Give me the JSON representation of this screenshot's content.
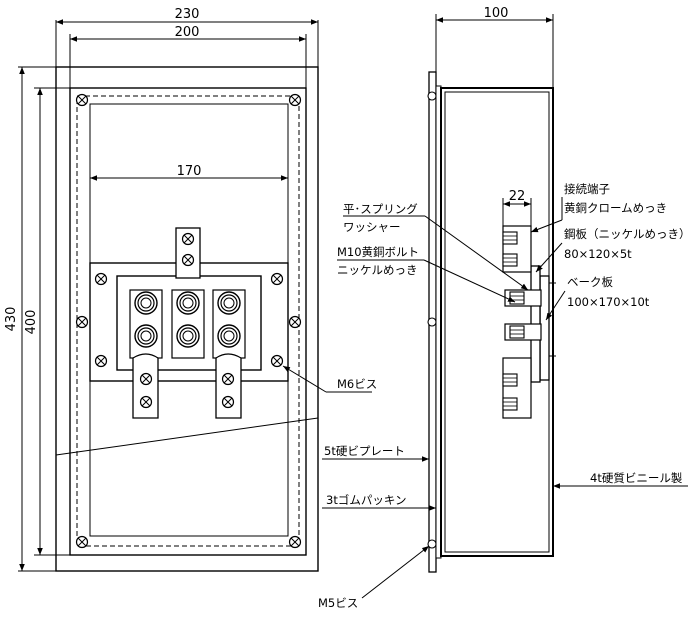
{
  "dimensions": {
    "front_width_outer": "230",
    "front_width_inner": "200",
    "plate_width": "170",
    "front_height_outer": "430",
    "front_height_inner": "400",
    "side_depth": "100",
    "terminal_width": "22"
  },
  "callouts": {
    "terminal": [
      "接続端子",
      "黄銅クロームめっき"
    ],
    "steel_plate": [
      "鋼板（ニッケルめっき）",
      "80×120×5t"
    ],
    "washer": [
      "平･スプリング",
      "ワッシャー"
    ],
    "bolt": [
      "M10黄銅ボルト",
      "ニッケルめっき"
    ],
    "bakelite": [
      "ベーク板",
      "100×170×10t"
    ],
    "m6_screw": "M6ビス",
    "pvc_plate": "5t硬ビプレート",
    "rubber_packing": "3tゴムパッキン",
    "hard_vinyl": "4t硬質ビニール製",
    "m5_screw": "M5ビス"
  }
}
